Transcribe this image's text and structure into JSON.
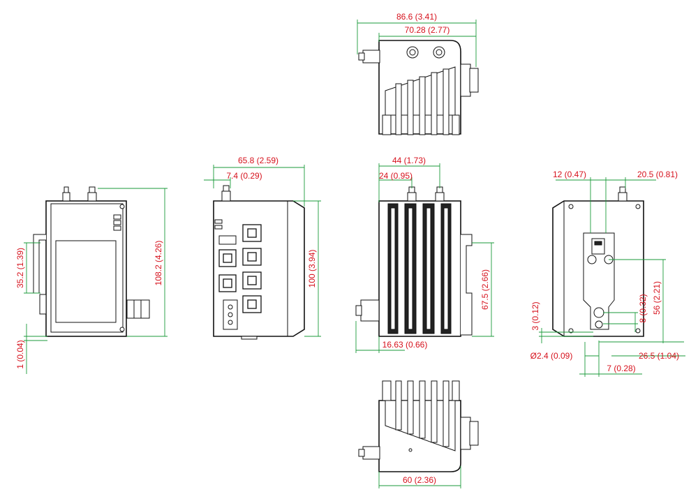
{
  "views": {
    "top": {
      "dims": [
        "86.6 (3.41)",
        "70.28 (2.77)"
      ]
    },
    "left": {
      "dims": [
        "35.2 (1.39)",
        "108.2 (4.26)",
        "1 (0.04)"
      ]
    },
    "front": {
      "dims": [
        "65.8 (2.59)",
        "7.4 (0.29)",
        "100 (3.94)"
      ]
    },
    "side": {
      "dims": [
        "44 (1.73)",
        "24 (0.95)",
        "67.5 (2.66)",
        "16.63 (0.66)"
      ]
    },
    "rear": {
      "dims": [
        "12 (0.47)",
        "20.5 (0.81)",
        "3 (0.12)",
        "8 (0.32)",
        "56 (2.21)",
        "Ø2.4 (0.09)",
        "26.5 (1.04)",
        "7 (0.28)"
      ]
    },
    "bottom": {
      "dims": [
        "60 (2.36)"
      ]
    }
  },
  "colors": {
    "dimension_text": "#d6111c",
    "dimension_line": "#1a9a3a",
    "outline": "#111111"
  }
}
